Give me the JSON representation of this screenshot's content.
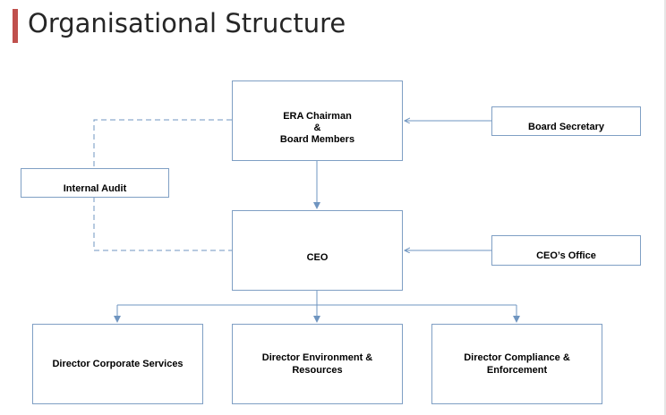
{
  "title": "Organisational Structure",
  "colors": {
    "accent": "#c0504d",
    "box_border": "#7f9fc4",
    "connector": "#6f95c0"
  },
  "boxes": {
    "chairman": {
      "line1": "ERA Chairman",
      "line2": "&",
      "line3": "Board Members"
    },
    "ceo": "CEO",
    "internal_audit": "Internal Audit",
    "board_secretary": "Board Secretary",
    "ceo_office": "CEO’s Office",
    "director_corporate": "Director Corporate Services",
    "director_environment": {
      "line1": "Director Environment &",
      "line2": "Resources"
    },
    "director_compliance": {
      "line1": "Director Compliance &",
      "line2": "Enforcement"
    }
  }
}
